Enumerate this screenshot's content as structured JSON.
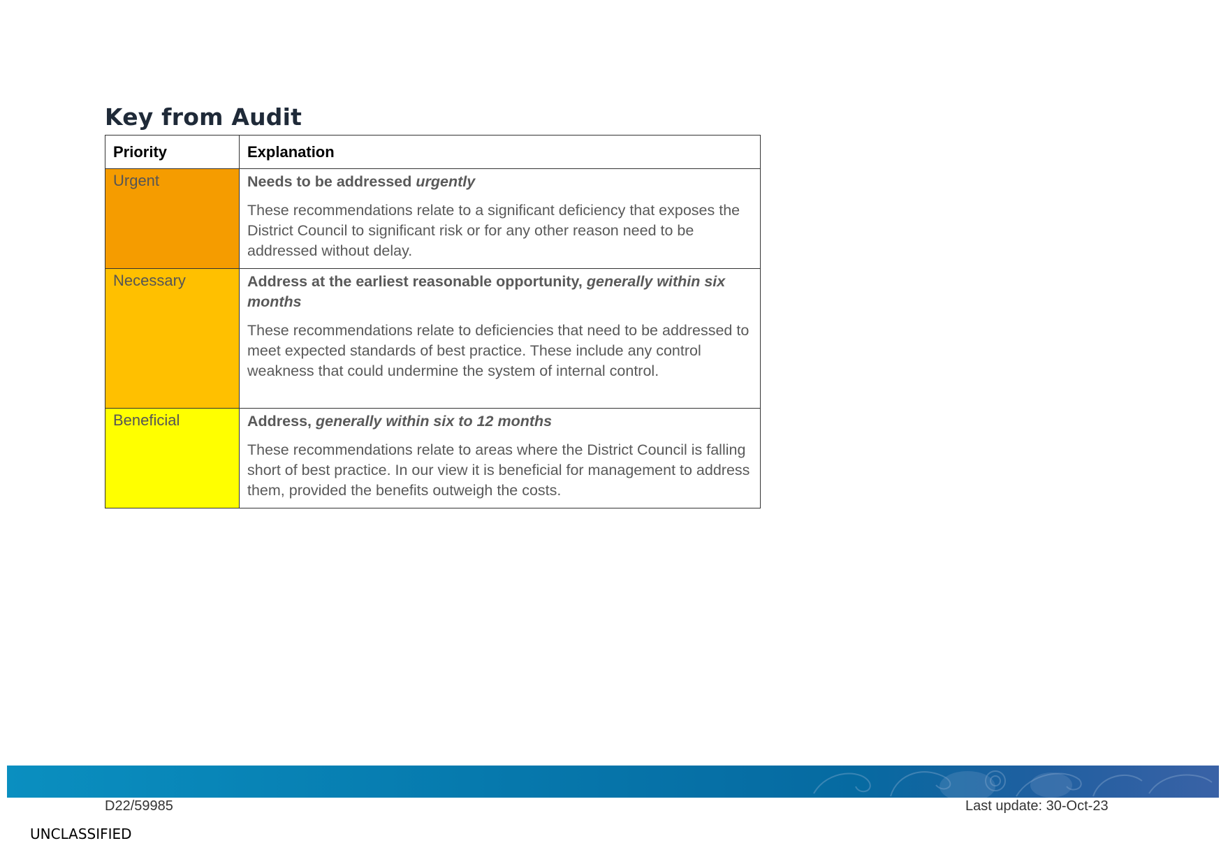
{
  "page_title": "Key from Audit",
  "table": {
    "headers": {
      "priority": "Priority",
      "explanation": "Explanation"
    },
    "rows": [
      {
        "priority": "Urgent",
        "color": "#f59c00",
        "lead_bold": "Needs to be addressed ",
        "lead_italic": "urgently",
        "description": "These recommendations relate to a significant deficiency that exposes the District Council to significant risk or for any other reason need to be addressed without delay."
      },
      {
        "priority": "Necessary",
        "color": "#ffc000",
        "lead_bold": "Address at the earliest reasonable opportunity, ",
        "lead_italic": "generally within six months",
        "description": "These recommendations relate to deficiencies that need to be addressed to meet expected standards of best practice. These include any control weakness that could undermine the system of internal control."
      },
      {
        "priority": "Beneficial",
        "color": "#ffff00",
        "lead_bold": "Address, ",
        "lead_italic": "generally within six to 12 months",
        "description": "These recommendations relate to areas where the District Council is falling short of best practice. In our view it is beneficial for management to address them, provided the benefits outweigh the costs."
      }
    ]
  },
  "footer": {
    "doc_ref": "D22/59985",
    "last_update": "Last update: 30-Oct-23",
    "classification": "UNCLASSIFIED",
    "band_colors": [
      "#0a8fc0",
      "#066aa1",
      "#3a62a6"
    ]
  }
}
